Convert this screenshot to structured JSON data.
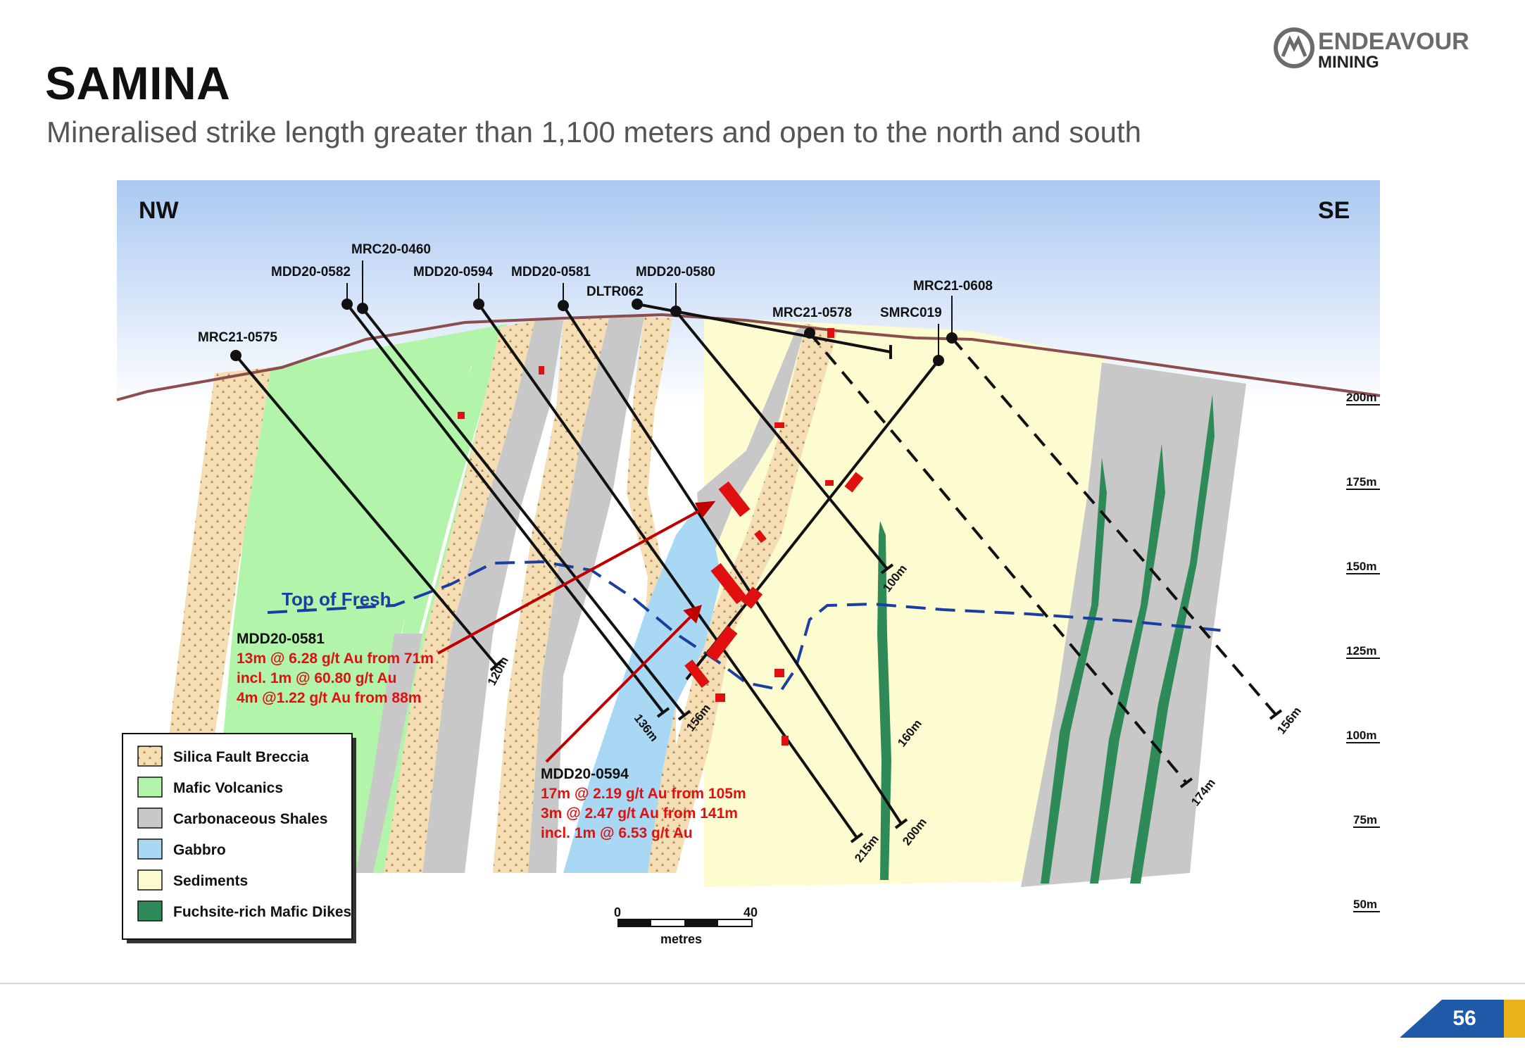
{
  "header": {
    "title": "SAMINA",
    "subtitle": "Mineralised strike length greater than 1,100 meters and open to the north and south",
    "logo_text_top": "ENDEAVOUR",
    "logo_text_bottom": "MINING"
  },
  "section": {
    "direction_left": "NW",
    "direction_right": "SE",
    "holes": [
      {
        "id": "MRC20-0460"
      },
      {
        "id": "MDD20-0582"
      },
      {
        "id": "MDD20-0594"
      },
      {
        "id": "MDD20-0581"
      },
      {
        "id": "MDD20-0580"
      },
      {
        "id": "DLTR062"
      },
      {
        "id": "MRC21-0575"
      },
      {
        "id": "MRC21-0578"
      },
      {
        "id": "SMRC019"
      },
      {
        "id": "MRC21-0608"
      }
    ],
    "depth_labels": [
      "120m",
      "136m",
      "156m",
      "100m",
      "160m",
      "215m",
      "200m",
      "174m",
      "156m"
    ],
    "elevation_ticks": [
      "200m",
      "175m",
      "150m",
      "125m",
      "100m",
      "75m",
      "50m"
    ],
    "top_of_fresh": "Top of Fresh",
    "callout_1": {
      "hole": "MDD20-0581",
      "lines": [
        "13m @ 6.28 g/t Au from 71m",
        "incl. 1m @ 60.80 g/t Au",
        "4m @1.22 g/t Au from 88m"
      ]
    },
    "callout_2": {
      "hole": "MDD20-0594",
      "lines": [
        "17m @ 2.19 g/t Au from 105m",
        "3m @ 2.47 g/t Au from 141m",
        "incl. 1m @ 6.53 g/t Au"
      ]
    },
    "scale": {
      "start": "0",
      "end": "40",
      "unit": "metres"
    }
  },
  "legend": [
    {
      "label": "Silica Fault Breccia",
      "color": "#f5deb3"
    },
    {
      "label": "Mafic Volcanics",
      "color": "#b2f5aa"
    },
    {
      "label": "Carbonaceous Shales",
      "color": "#c8c8c8"
    },
    {
      "label": "Gabbro",
      "color": "#a9d8f5"
    },
    {
      "label": "Sediments",
      "color": "#fdfbd0"
    },
    {
      "label": "Fuchsite-rich Mafic Dikes",
      "color": "#2e8b57"
    }
  ],
  "colors": {
    "mineralisation": "#e01010",
    "top_of_fresh": "#1a3fa0",
    "accent_blue": "#1f5aa8",
    "accent_gold": "#e8b21a"
  },
  "footer": {
    "page_number": "56"
  }
}
